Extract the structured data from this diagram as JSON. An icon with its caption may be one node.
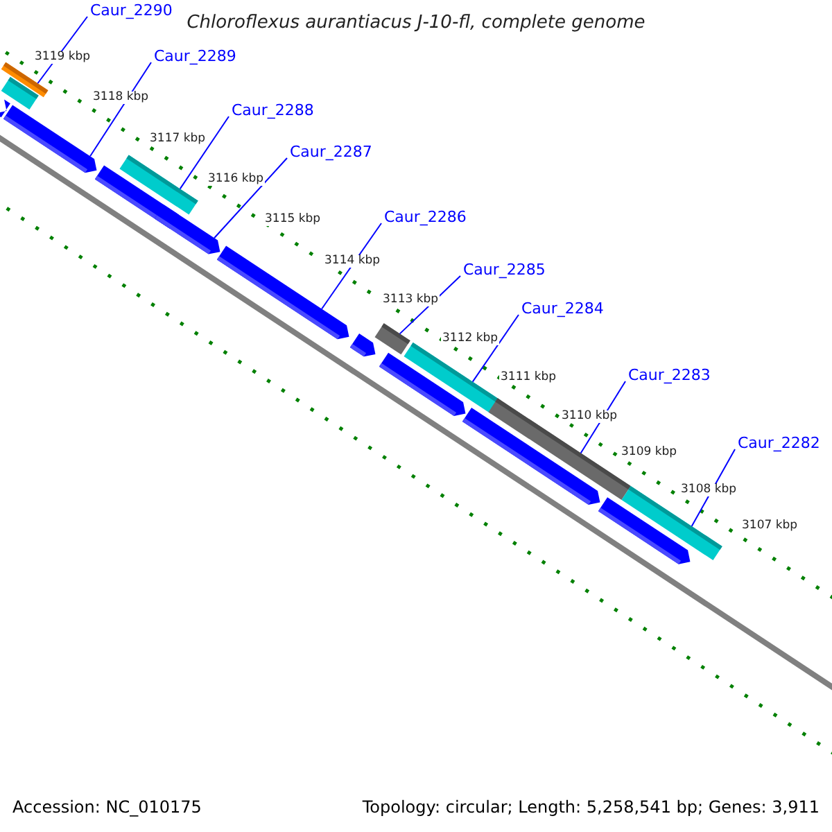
{
  "diagram": {
    "title": "Chloroflexus aurantiacus J-10-fl, complete genome",
    "nodes": [
      {
        "text": [
          "Caur_2290"
        ]
      },
      {
        "text": [
          "Caur_2289"
        ]
      },
      {
        "text": [
          "Caur_2288"
        ]
      },
      {
        "text": [
          "Caur_2287"
        ]
      },
      {
        "text": [
          "Caur_2286"
        ]
      },
      {
        "text": [
          "Caur_2285"
        ]
      },
      {
        "text": [
          "Caur_2284"
        ]
      },
      {
        "text": [
          "Caur_2283"
        ]
      },
      {
        "text": [
          "Caur_2282"
        ]
      },
      {
        "text": [],
        "shape": "bar"
      },
      {
        "text": [],
        "shape": "arrow"
      },
      {
        "text": [],
        "shape": "bar"
      },
      {
        "text": [],
        "shape": "arrow"
      },
      {
        "text": [],
        "shape": "arrow"
      },
      {
        "text": [],
        "shape": "bar"
      },
      {
        "text": [],
        "shape": "bar"
      },
      {
        "text": [],
        "shape": "bar"
      },
      {
        "text": [],
        "shape": "bar"
      }
    ],
    "edges": [
      {
        "from": 0,
        "to": 9,
        "arrow": "none"
      },
      {
        "from": 1,
        "to": 10,
        "arrow": "none"
      },
      {
        "from": 2,
        "to": 11,
        "arrow": "none"
      },
      {
        "from": 3,
        "to": 12,
        "arrow": "none"
      },
      {
        "from": 4,
        "to": 13,
        "arrow": "none"
      },
      {
        "from": 5,
        "to": 14,
        "arrow": "none"
      },
      {
        "from": 6,
        "to": 15,
        "arrow": "none"
      },
      {
        "from": 7,
        "to": 16,
        "arrow": "none"
      },
      {
        "from": 8,
        "to": 17,
        "arrow": "none"
      }
    ],
    "labels": [
      "3119 kbp",
      "3118 kbp",
      "3117 kbp",
      "3116 kbp",
      "3115 kbp",
      "3114 kbp",
      "3113 kbp",
      "3112 kbp",
      "3111 kbp",
      "3110 kbp",
      "3109 kbp",
      "3108 kbp",
      "3107 kbp",
      "Accession: NC_010175",
      "Topology: circular; Length: 5,258,541 bp; Genes: 3,911"
    ]
  }
}
